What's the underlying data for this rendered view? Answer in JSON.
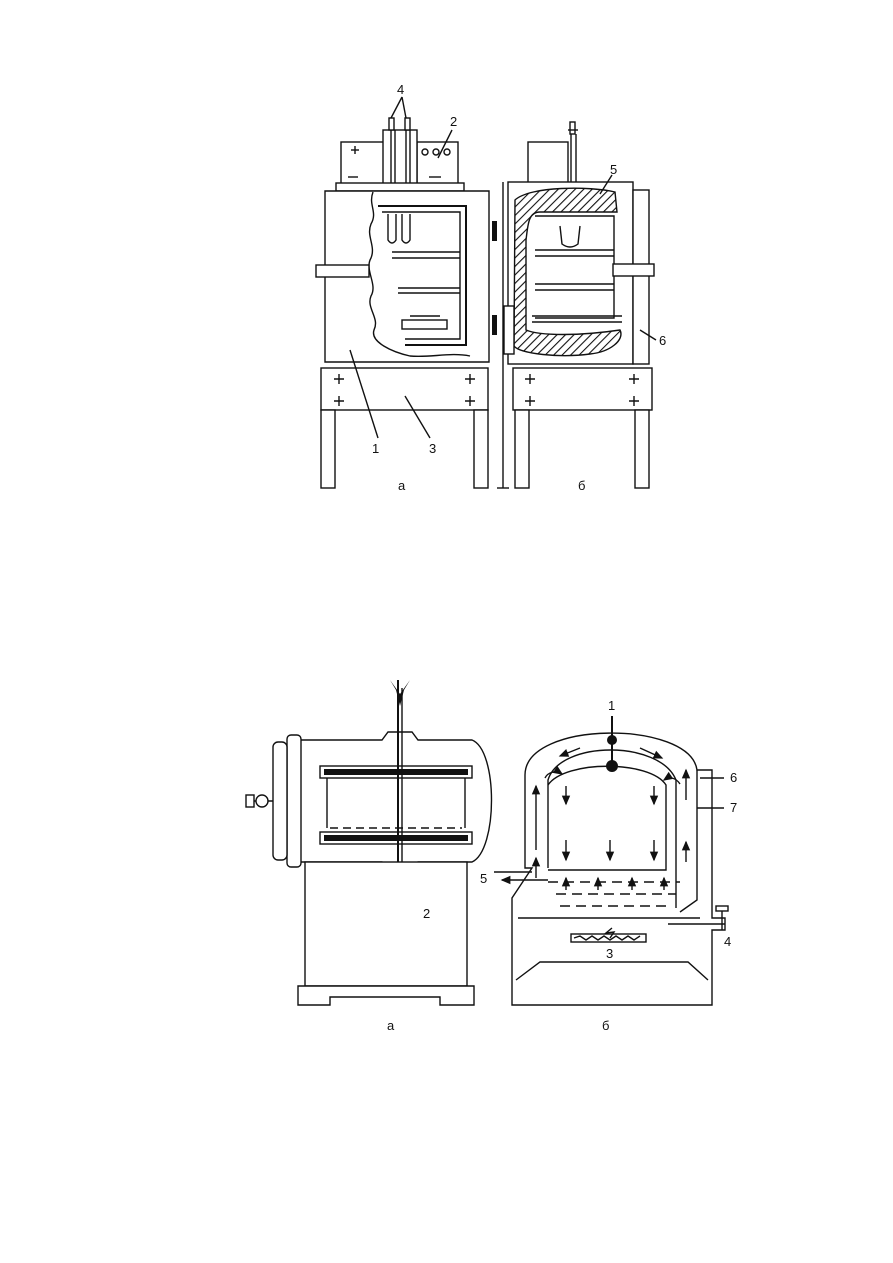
{
  "figure1": {
    "left_labels": {
      "l1": "1",
      "l2": "2",
      "l3": "3",
      "l4": "4"
    },
    "right_labels": {
      "l5": "5",
      "l6": "6"
    },
    "caption_a": "а",
    "caption_b": "б"
  },
  "figure2": {
    "left_labels": {
      "l2": "2"
    },
    "right_labels": {
      "l1": "1",
      "l3": "3",
      "l4": "4",
      "l5": "5",
      "l6": "6",
      "l7": "7"
    },
    "caption_a": "а",
    "caption_b": "б"
  }
}
